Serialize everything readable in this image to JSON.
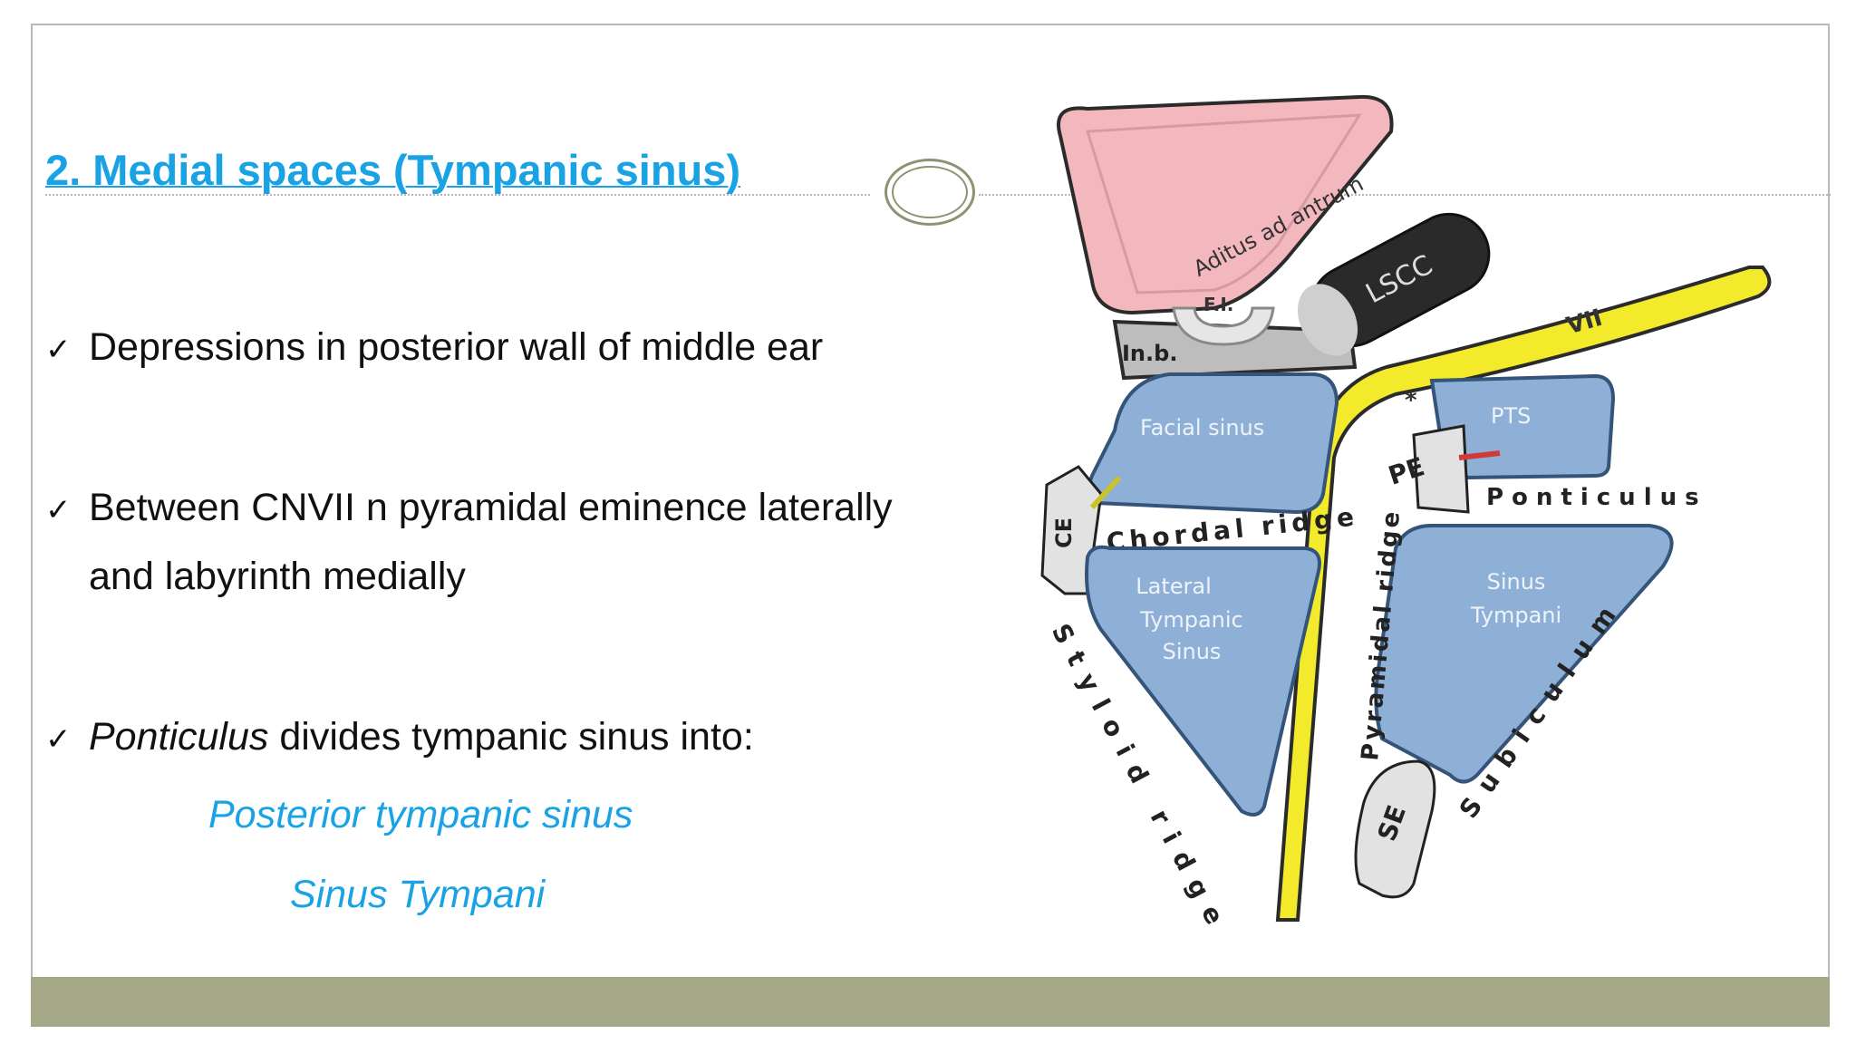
{
  "slide": {
    "title": "2. Medial spaces (Tympanic sinus)",
    "bullets": [
      {
        "check": "✓",
        "text": "Depressions in posterior wall of middle ear"
      },
      {
        "check": "✓",
        "lines": [
          "Between CNVII n pyramidal eminence laterally",
          "and labyrinth medially"
        ]
      },
      {
        "check": "✓",
        "italic": "Ponticulus",
        "rest": " divides tympanic sinus into:"
      }
    ],
    "subitems": [
      "Posterior tympanic sinus",
      "Sinus Tympani"
    ]
  },
  "diagram": {
    "labels": {
      "aditus": "Aditus ad antrum",
      "lscc": "LSCC",
      "fi": "F.I.",
      "inb": "In.b.",
      "vii": "VII",
      "star": "*",
      "facial_sinus": "Facial sinus",
      "pts": "PTS",
      "pe": "PE",
      "ce": "CE",
      "chordal_ridge": "Chordal ridge",
      "ponticulus": "Ponticulus",
      "lateral_tympanic_sinus": [
        "Lateral",
        "Tympanic",
        "Sinus"
      ],
      "sinus_tympani": [
        "Sinus",
        "Tympani"
      ],
      "pyramidal_ridge": "Pyramidal ridge",
      "styloid_ridge": "Styloid ridge",
      "subiculum": "Subiculum",
      "se": "SE"
    },
    "colors": {
      "aditus_fill": "#f2b8bd",
      "sinus_fill": "#8fb0d6",
      "nerve_fill": "#f2ea2a",
      "lscc_fill": "#2a2a2a"
    }
  },
  "theme": {
    "title_color": "#1aa3e4",
    "footer_color": "#a4a886"
  }
}
